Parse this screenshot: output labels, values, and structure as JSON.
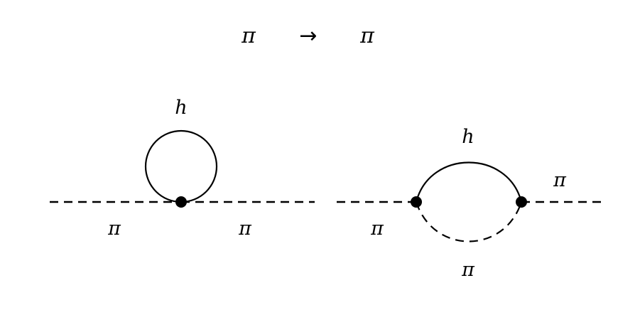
{
  "title": {
    "left": "π",
    "arrow": "→",
    "right": "π"
  },
  "tadpole_diagram": {
    "loop_label": "h",
    "left_leg_label": "π",
    "right_leg_label": "π"
  },
  "bubble_diagram": {
    "upper_arc_label": "h",
    "lower_arc_label": "π",
    "left_leg_label": "π",
    "right_leg_label": "π"
  },
  "colors": {
    "ink": "#000000",
    "background": "#ffffff"
  }
}
